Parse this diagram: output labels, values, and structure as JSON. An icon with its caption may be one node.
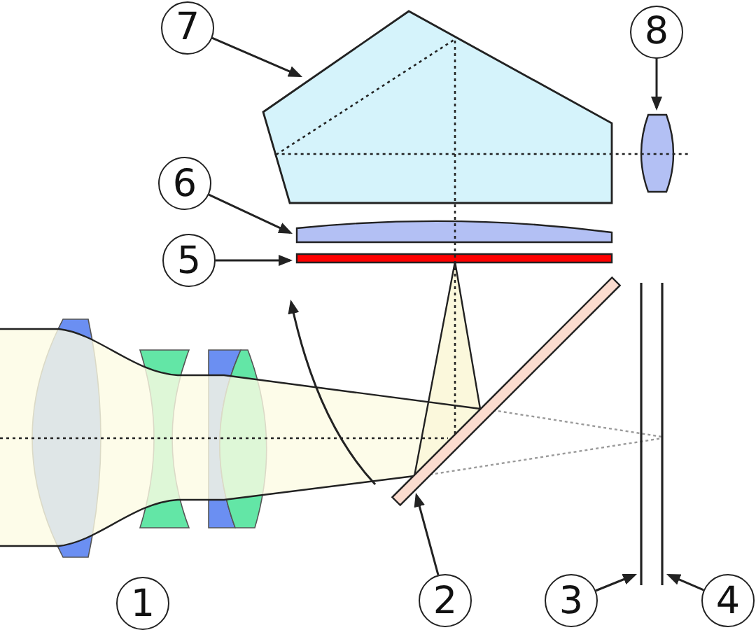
{
  "diagram": {
    "nodes": [
      {
        "text": [
          "7"
        ]
      },
      {
        "text": [],
        "shape": "pentagon"
      },
      {
        "text": [
          "8"
        ]
      },
      {
        "text": [],
        "shape": "lens"
      },
      {
        "text": [
          "6"
        ]
      },
      {
        "text": [],
        "shape": "lens"
      },
      {
        "text": [
          "5"
        ]
      },
      {
        "text": [],
        "shape": "bar"
      },
      {
        "text": [
          "1"
        ]
      },
      {
        "text": [
          "2"
        ]
      },
      {
        "text": [],
        "shape": "bar"
      },
      {
        "text": [
          "3"
        ]
      },
      {
        "text": [],
        "shape": "line"
      },
      {
        "text": [
          "4"
        ]
      },
      {
        "text": [],
        "shape": "line"
      }
    ],
    "edges": [
      {
        "from": 0,
        "to": 1,
        "arrow": "to"
      },
      {
        "from": 2,
        "to": 3,
        "arrow": "to"
      },
      {
        "from": 4,
        "to": 5,
        "arrow": "to"
      },
      {
        "from": 6,
        "to": 7,
        "arrow": "to"
      },
      {
        "from": 9,
        "to": 10,
        "arrow": "to"
      },
      {
        "from": 11,
        "to": 12,
        "arrow": "to"
      },
      {
        "from": 13,
        "to": 14,
        "arrow": "to"
      }
    ]
  }
}
